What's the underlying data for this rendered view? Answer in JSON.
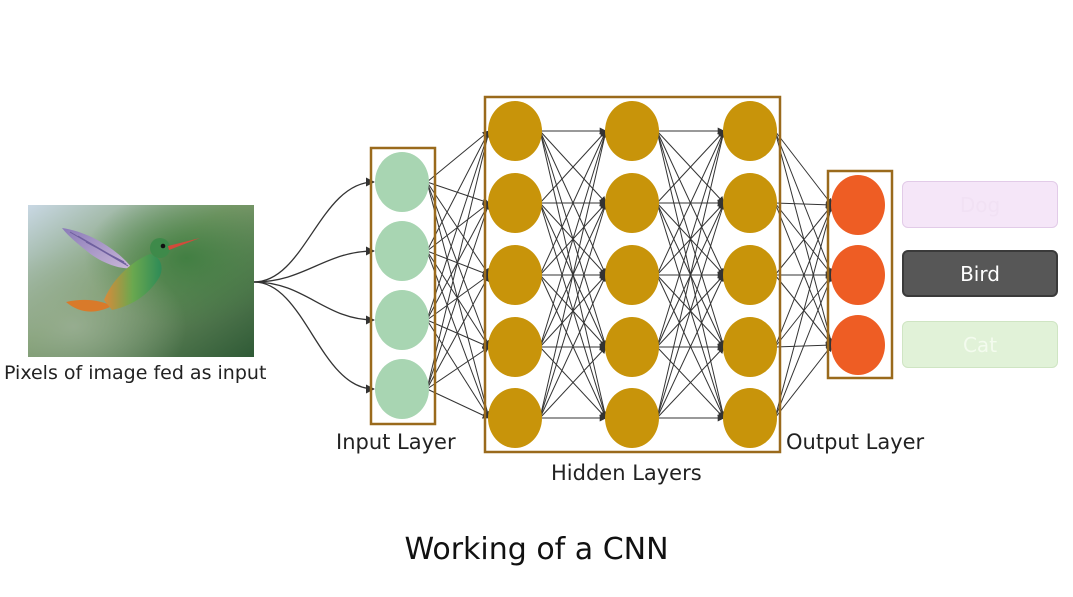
{
  "input_caption": "Pixels of image fed as input",
  "input_image": {
    "subject": "hummingbird-photo"
  },
  "layers": {
    "input_label": "Input Layer",
    "hidden_label": "Hidden Layers",
    "output_label": "Output Layer"
  },
  "classes": [
    {
      "label": "Dog",
      "selected": false
    },
    {
      "label": "Bird",
      "selected": true
    },
    {
      "label": "Cat",
      "selected": false
    }
  ],
  "caption": "Working of a CNN",
  "colors": {
    "input_node": "#a8d5b2",
    "hidden_node": "#c8940a",
    "output_node": "#ee5d24",
    "layer_border": "#9a6a1c",
    "edge": "#333333"
  }
}
